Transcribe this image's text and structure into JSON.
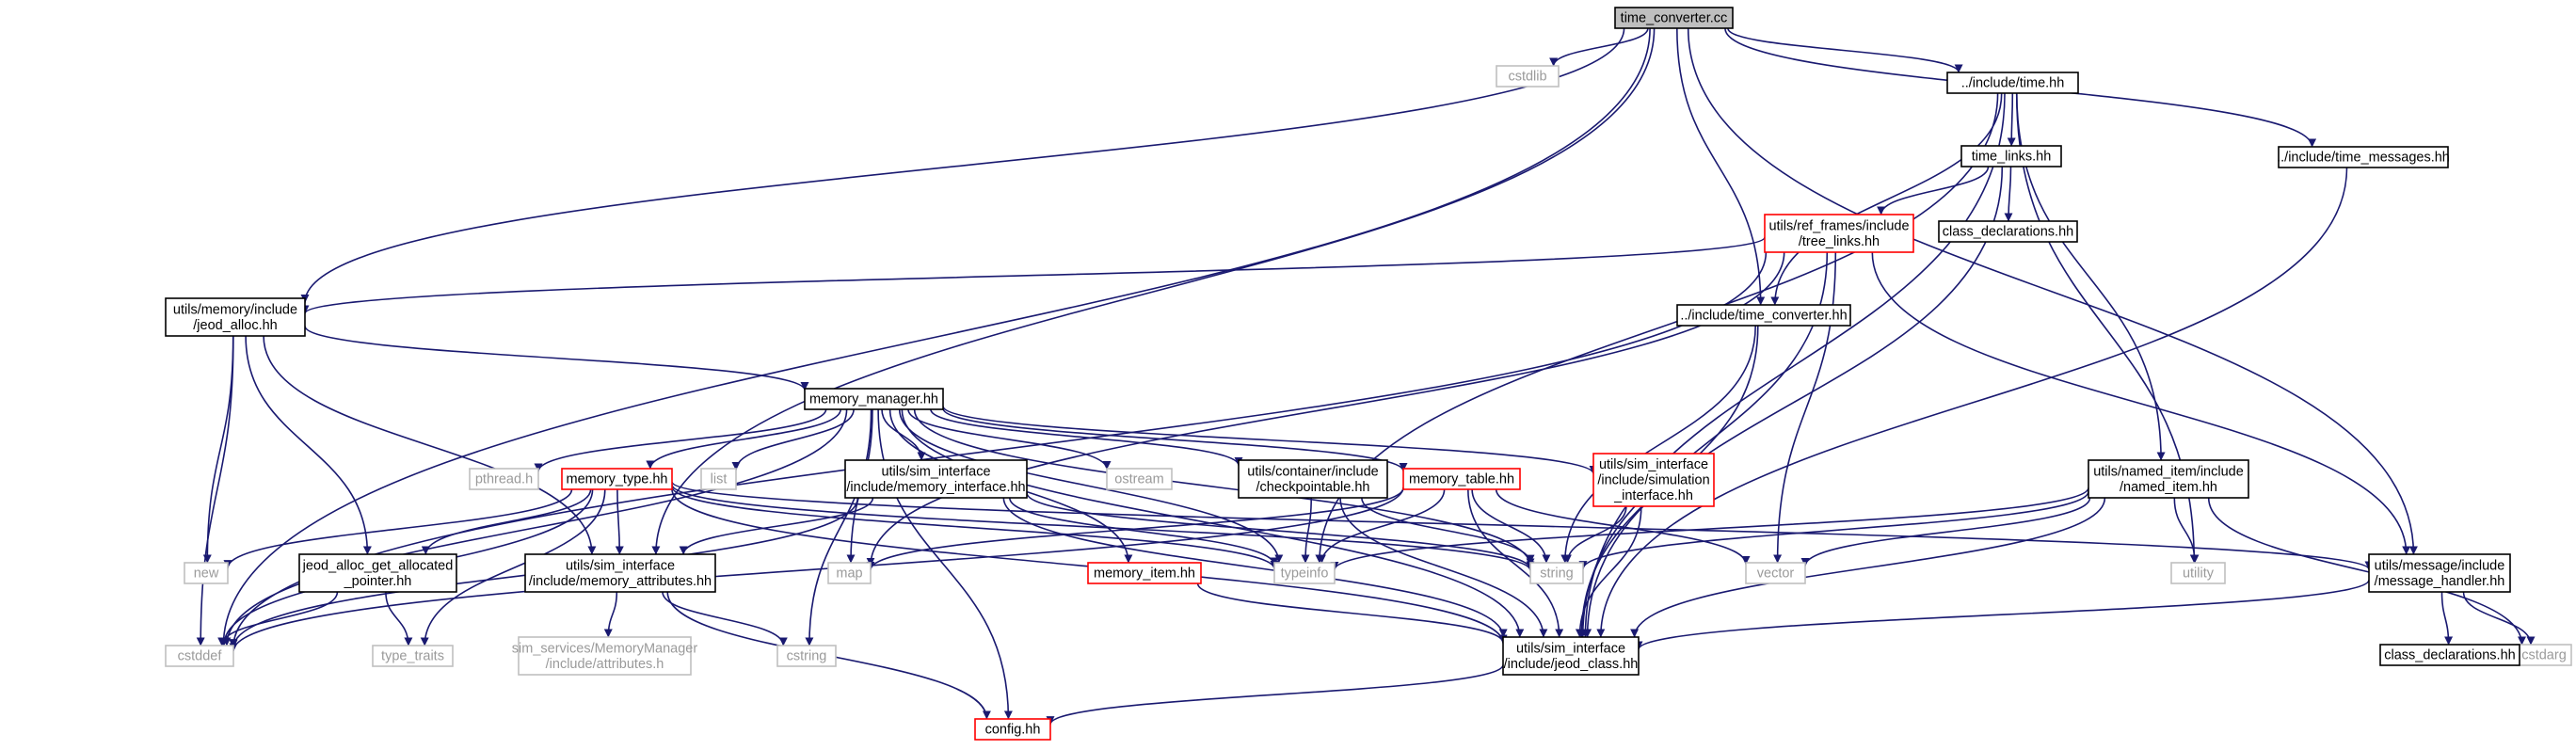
{
  "title": "",
  "colors": {
    "edge": "#191970",
    "root_fill": "#bfbfbf",
    "red_border": "#ff0000",
    "gray_border": "#bfbfbf"
  },
  "nodes": [
    {
      "id": "time_converter_cc",
      "lines": [
        "time_converter.cc"
      ],
      "style": "root"
    },
    {
      "id": "cstdlib",
      "lines": [
        "cstdlib"
      ],
      "style": "gray"
    },
    {
      "id": "include_time_hh",
      "lines": [
        "../include/time.hh"
      ],
      "style": "normal"
    },
    {
      "id": "include_time_messages_hh",
      "lines": [
        "../include/time_messages.hh"
      ],
      "style": "normal"
    },
    {
      "id": "time_links_hh",
      "lines": [
        "time_links.hh"
      ],
      "style": "normal"
    },
    {
      "id": "tree_links_hh",
      "lines": [
        "utils/ref_frames/include",
        "/tree_links.hh"
      ],
      "style": "red"
    },
    {
      "id": "class_declarations_top",
      "lines": [
        "class_declarations.hh"
      ],
      "style": "normal"
    },
    {
      "id": "jeod_alloc_hh",
      "lines": [
        "utils/memory/include",
        "/jeod_alloc.hh"
      ],
      "style": "normal"
    },
    {
      "id": "include_time_converter_hh",
      "lines": [
        "../include/time_converter.hh"
      ],
      "style": "normal"
    },
    {
      "id": "memory_manager_hh",
      "lines": [
        "memory_manager.hh"
      ],
      "style": "normal"
    },
    {
      "id": "pthread_h",
      "lines": [
        "pthread.h"
      ],
      "style": "gray"
    },
    {
      "id": "memory_type_hh",
      "lines": [
        "memory_type.hh"
      ],
      "style": "red"
    },
    {
      "id": "list",
      "lines": [
        "list"
      ],
      "style": "gray"
    },
    {
      "id": "memory_interface_hh",
      "lines": [
        "utils/sim_interface",
        "/include/memory_interface.hh"
      ],
      "style": "normal"
    },
    {
      "id": "ostream",
      "lines": [
        "ostream"
      ],
      "style": "gray"
    },
    {
      "id": "checkpointable_hh",
      "lines": [
        "utils/container/include",
        "/checkpointable.hh"
      ],
      "style": "normal"
    },
    {
      "id": "memory_table_hh",
      "lines": [
        "memory_table.hh"
      ],
      "style": "red"
    },
    {
      "id": "simulation_interface_hh",
      "lines": [
        "utils/sim_interface",
        "/include/simulation",
        "_interface.hh"
      ],
      "style": "red"
    },
    {
      "id": "named_item_hh",
      "lines": [
        "utils/named_item/include",
        "/named_item.hh"
      ],
      "style": "normal"
    },
    {
      "id": "new",
      "lines": [
        "new"
      ],
      "style": "gray"
    },
    {
      "id": "jeod_alloc_get_allocated_pointer_hh",
      "lines": [
        "jeod_alloc_get_allocated",
        "_pointer.hh"
      ],
      "style": "normal"
    },
    {
      "id": "memory_attributes_hh",
      "lines": [
        "utils/sim_interface",
        "/include/memory_attributes.hh"
      ],
      "style": "normal"
    },
    {
      "id": "map",
      "lines": [
        "map"
      ],
      "style": "gray"
    },
    {
      "id": "memory_item_hh",
      "lines": [
        "memory_item.hh"
      ],
      "style": "red"
    },
    {
      "id": "typeinfo",
      "lines": [
        "typeinfo"
      ],
      "style": "gray"
    },
    {
      "id": "string",
      "lines": [
        "string"
      ],
      "style": "gray"
    },
    {
      "id": "vector",
      "lines": [
        "vector"
      ],
      "style": "gray"
    },
    {
      "id": "utility",
      "lines": [
        "utility"
      ],
      "style": "gray"
    },
    {
      "id": "message_handler_hh",
      "lines": [
        "utils/message/include",
        "/message_handler.hh"
      ],
      "style": "normal"
    },
    {
      "id": "cstdarg",
      "lines": [
        "cstdarg"
      ],
      "style": "gray"
    },
    {
      "id": "cstddef",
      "lines": [
        "cstddef"
      ],
      "style": "gray"
    },
    {
      "id": "type_traits",
      "lines": [
        "type_traits"
      ],
      "style": "gray"
    },
    {
      "id": "sim_services_attributes_h",
      "lines": [
        "sim_services/MemoryManager",
        "/include/attributes.h"
      ],
      "style": "gray"
    },
    {
      "id": "cstring",
      "lines": [
        "cstring"
      ],
      "style": "gray"
    },
    {
      "id": "jeod_class_hh",
      "lines": [
        "utils/sim_interface",
        "/include/jeod_class.hh"
      ],
      "style": "normal"
    },
    {
      "id": "class_declarations_bottom",
      "lines": [
        "class_declarations.hh"
      ],
      "style": "normal"
    },
    {
      "id": "config_hh",
      "lines": [
        "config.hh"
      ],
      "style": "red"
    }
  ],
  "edges": [
    [
      "time_converter_cc",
      "cstdlib"
    ],
    [
      "time_converter_cc",
      "include_time_hh"
    ],
    [
      "time_converter_cc",
      "include_time_messages_hh"
    ],
    [
      "time_converter_cc",
      "cstddef"
    ],
    [
      "time_converter_cc",
      "jeod_alloc_hh"
    ],
    [
      "time_converter_cc",
      "include_time_converter_hh"
    ],
    [
      "time_converter_cc",
      "memory_attributes_hh"
    ],
    [
      "time_converter_cc",
      "message_handler_hh"
    ],
    [
      "include_time_hh",
      "time_links_hh"
    ],
    [
      "include_time_hh",
      "include_time_converter_hh"
    ],
    [
      "include_time_hh",
      "named_item_hh"
    ],
    [
      "include_time_hh",
      "typeinfo"
    ],
    [
      "include_time_hh",
      "jeod_class_hh"
    ],
    [
      "include_time_hh",
      "utility"
    ],
    [
      "include_time_messages_hh",
      "jeod_class_hh"
    ],
    [
      "time_links_hh",
      "tree_links_hh"
    ],
    [
      "time_links_hh",
      "class_declarations_top"
    ],
    [
      "time_links_hh",
      "jeod_class_hh"
    ],
    [
      "tree_links_hh",
      "jeod_alloc_hh"
    ],
    [
      "tree_links_hh",
      "cstddef"
    ],
    [
      "tree_links_hh",
      "vector"
    ],
    [
      "tree_links_hh",
      "jeod_class_hh"
    ],
    [
      "tree_links_hh",
      "message_handler_hh"
    ],
    [
      "tree_links_hh",
      "map"
    ],
    [
      "jeod_alloc_hh",
      "memory_manager_hh"
    ],
    [
      "jeod_alloc_hh",
      "new"
    ],
    [
      "jeod_alloc_hh",
      "jeod_alloc_get_allocated_pointer_hh"
    ],
    [
      "jeod_alloc_hh",
      "memory_attributes_hh"
    ],
    [
      "jeod_alloc_hh",
      "cstddef"
    ],
    [
      "include_time_converter_hh",
      "string"
    ],
    [
      "include_time_converter_hh",
      "jeod_class_hh"
    ],
    [
      "memory_manager_hh",
      "pthread_h"
    ],
    [
      "memory_manager_hh",
      "memory_type_hh"
    ],
    [
      "memory_manager_hh",
      "list"
    ],
    [
      "memory_manager_hh",
      "memory_interface_hh"
    ],
    [
      "memory_manager_hh",
      "ostream"
    ],
    [
      "memory_manager_hh",
      "checkpointable_hh"
    ],
    [
      "memory_manager_hh",
      "memory_table_hh"
    ],
    [
      "memory_manager_hh",
      "simulation_interface_hh"
    ],
    [
      "memory_manager_hh",
      "memory_item_hh"
    ],
    [
      "memory_manager_hh",
      "typeinfo"
    ],
    [
      "memory_manager_hh",
      "string"
    ],
    [
      "memory_manager_hh",
      "map"
    ],
    [
      "memory_manager_hh",
      "cstring"
    ],
    [
      "memory_manager_hh",
      "cstddef"
    ],
    [
      "memory_manager_hh",
      "config_hh"
    ],
    [
      "memory_manager_hh",
      "jeod_class_hh"
    ],
    [
      "memory_type_hh",
      "new"
    ],
    [
      "memory_type_hh",
      "jeod_alloc_get_allocated_pointer_hh"
    ],
    [
      "memory_type_hh",
      "memory_attributes_hh"
    ],
    [
      "memory_type_hh",
      "typeinfo"
    ],
    [
      "memory_type_hh",
      "string"
    ],
    [
      "memory_type_hh",
      "cstddef"
    ],
    [
      "memory_type_hh",
      "type_traits"
    ],
    [
      "memory_type_hh",
      "jeod_class_hh"
    ],
    [
      "memory_type_hh",
      "message_handler_hh"
    ],
    [
      "memory_interface_hh",
      "memory_attributes_hh"
    ],
    [
      "memory_interface_hh",
      "typeinfo"
    ],
    [
      "memory_interface_hh",
      "string"
    ],
    [
      "memory_interface_hh",
      "jeod_class_hh"
    ],
    [
      "memory_interface_hh",
      "cstddef"
    ],
    [
      "checkpointable_hh",
      "typeinfo"
    ],
    [
      "checkpointable_hh",
      "string"
    ],
    [
      "checkpointable_hh",
      "jeod_class_hh"
    ],
    [
      "memory_table_hh",
      "map"
    ],
    [
      "memory_table_hh",
      "string"
    ],
    [
      "memory_table_hh",
      "vector"
    ],
    [
      "memory_table_hh",
      "typeinfo"
    ],
    [
      "memory_table_hh",
      "cstddef"
    ],
    [
      "memory_table_hh",
      "jeod_class_hh"
    ],
    [
      "simulation_interface_hh",
      "string"
    ],
    [
      "simulation_interface_hh",
      "jeod_class_hh"
    ],
    [
      "named_item_hh",
      "string"
    ],
    [
      "named_item_hh",
      "vector"
    ],
    [
      "named_item_hh",
      "utility"
    ],
    [
      "named_item_hh",
      "typeinfo"
    ],
    [
      "named_item_hh",
      "jeod_class_hh"
    ],
    [
      "named_item_hh",
      "cstdarg"
    ],
    [
      "jeod_alloc_get_allocated_pointer_hh",
      "type_traits"
    ],
    [
      "jeod_alloc_get_allocated_pointer_hh",
      "cstddef"
    ],
    [
      "memory_attributes_hh",
      "sim_services_attributes_h"
    ],
    [
      "memory_attributes_hh",
      "cstring"
    ],
    [
      "memory_attributes_hh",
      "config_hh"
    ],
    [
      "memory_item_hh",
      "jeod_class_hh"
    ],
    [
      "message_handler_hh",
      "class_declarations_bottom"
    ],
    [
      "message_handler_hh",
      "cstdarg"
    ],
    [
      "message_handler_hh",
      "jeod_class_hh"
    ],
    [
      "jeod_class_hh",
      "config_hh"
    ]
  ]
}
